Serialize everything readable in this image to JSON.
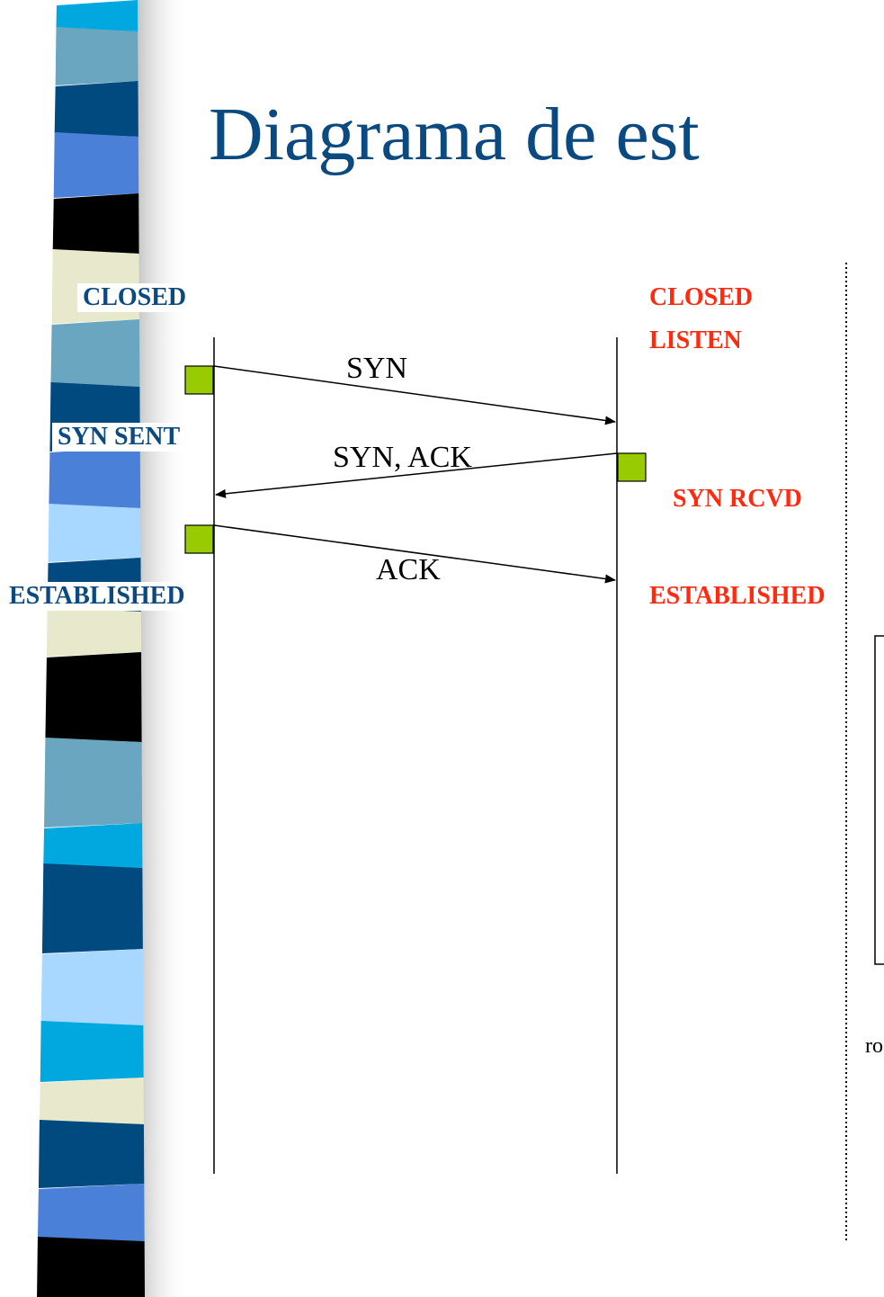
{
  "slide": {
    "title": "Diagrama de est",
    "colors": {
      "title": "#0b4a80",
      "client_state": "#0b4a80",
      "server_state": "#ff2a10",
      "marker": "#99cc00",
      "band": [
        "#00a8e0",
        "#6aa6c0",
        "#004a80",
        "#4a80d8",
        "#000000",
        "#e8e8cc",
        "#a8d8ff"
      ]
    }
  },
  "client": {
    "states": [
      "CLOSED",
      "SYN SENT",
      "ESTABLISHED"
    ]
  },
  "server": {
    "states": [
      "CLOSED",
      "LISTEN",
      "SYN RCVD",
      "ESTABLISHED"
    ]
  },
  "messages": [
    {
      "label": "SYN",
      "direction": "client-to-server"
    },
    {
      "label": "SYN, ACK",
      "direction": "server-to-client"
    },
    {
      "label": "ACK",
      "direction": "client-to-server"
    }
  ],
  "side_panel": {
    "text": "ro"
  }
}
